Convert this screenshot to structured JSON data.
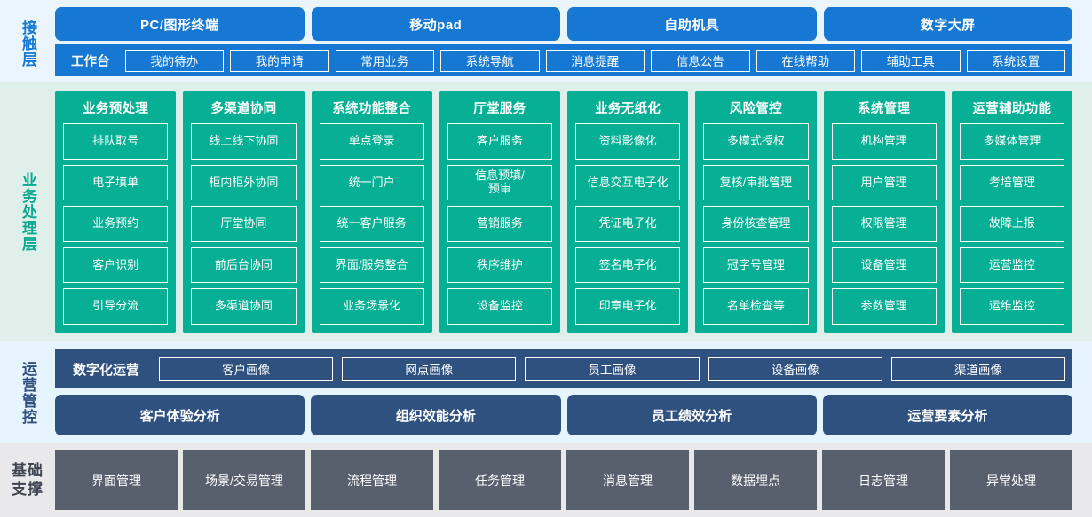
{
  "layers": {
    "contact": {
      "label": "接触层",
      "channels": [
        "PC/图形终端",
        "移动pad",
        "自助机具",
        "数字大屏"
      ],
      "workbench_title": "工作台",
      "workbench_items": [
        "我的待办",
        "我的申请",
        "常用业务",
        "系统导航",
        "消息提醒",
        "信息公告",
        "在线帮助",
        "辅助工具",
        "系统设置"
      ],
      "color": "#1678d2",
      "bg": "#eaf5fd"
    },
    "business": {
      "label": "业务处理层",
      "color": "#07b094",
      "bg": "#dff0ea",
      "columns": [
        {
          "title": "业务预处理",
          "items": [
            "排队取号",
            "电子填单",
            "业务预约",
            "客户识别",
            "引导分流"
          ]
        },
        {
          "title": "多渠道协同",
          "items": [
            "线上线下协同",
            "柜内柜外协同",
            "厅堂协同",
            "前后台协同",
            "多渠道协同"
          ]
        },
        {
          "title": "系统功能整合",
          "items": [
            "单点登录",
            "统一门户",
            "统一客户服务",
            "界面/服务整合",
            "业务场景化"
          ]
        },
        {
          "title": "厅堂服务",
          "items": [
            "客户服务",
            "信息预填/\n预审",
            "营销服务",
            "秩序维护",
            "设备监控"
          ]
        },
        {
          "title": "业务无纸化",
          "items": [
            "资料影像化",
            "信息交互电子化",
            "凭证电子化",
            "签名电子化",
            "印章电子化"
          ]
        },
        {
          "title": "风险管控",
          "items": [
            "多模式授权",
            "复核/审批管理",
            "身份核查管理",
            "冠字号管理",
            "名单检查等"
          ]
        },
        {
          "title": "系统管理",
          "items": [
            "机构管理",
            "用户管理",
            "权限管理",
            "设备管理",
            "参数管理"
          ]
        },
        {
          "title": "运营辅助功能",
          "items": [
            "多媒体管理",
            "考培管理",
            "故障上报",
            "运营监控",
            "运维监控"
          ]
        }
      ]
    },
    "operations": {
      "label": "运营管控",
      "color": "#2f5180",
      "bg": "#e6f4fd",
      "digital_title": "数字化运营",
      "portraits": [
        "客户画像",
        "网点画像",
        "员工画像",
        "设备画像",
        "渠道画像"
      ],
      "analyses": [
        "客户体验分析",
        "组织效能分析",
        "员工绩效分析",
        "运营要素分析"
      ]
    },
    "foundation": {
      "label_line1": "基础",
      "label_line2": "支撑",
      "color": "#58606e",
      "bg": "#e9e9ec",
      "items": [
        "界面管理",
        "场景/交易管理",
        "流程管理",
        "任务管理",
        "消息管理",
        "数据埋点",
        "日志管理",
        "异常处理"
      ]
    }
  }
}
